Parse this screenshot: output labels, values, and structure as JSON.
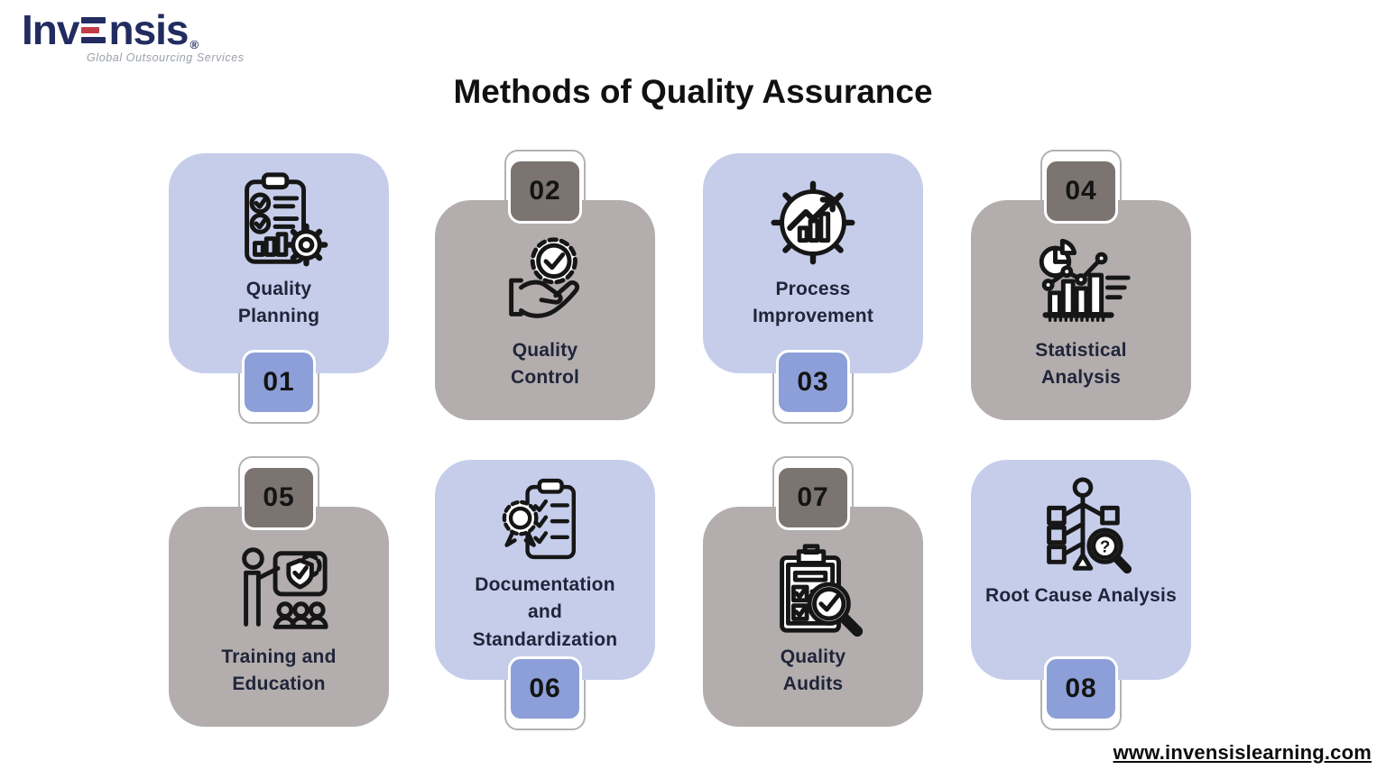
{
  "brand": {
    "wordmark_prefix": "Inv",
    "wordmark_suffix": "nsis",
    "registered": "®",
    "tagline": "Global Outsourcing Services"
  },
  "header": {
    "title": "Methods of Quality Assurance"
  },
  "footer": {
    "website": "www.invensislearning.com"
  },
  "colors": {
    "card_blue": "#c5cdea",
    "card_gray": "#b3adad",
    "badge_blue": "#8c9fd8",
    "badge_gray": "#7b7470",
    "label_text": "#20253a",
    "logo_navy": "#222c60",
    "logo_red": "#c23c45"
  },
  "cards": [
    {
      "number": "01",
      "label": "Quality Planning",
      "icon": "clipboard-checklist-gear-icon",
      "theme": "blue",
      "badge_position": "bottom"
    },
    {
      "number": "02",
      "label": "Quality Control",
      "icon": "hand-holding-medal-icon",
      "theme": "gray",
      "badge_position": "top"
    },
    {
      "number": "03",
      "label": "Process Improvement",
      "icon": "gear-growth-chart-icon",
      "theme": "blue",
      "badge_position": "bottom"
    },
    {
      "number": "04",
      "label": "Statistical Analysis",
      "icon": "pie-bar-line-charts-icon",
      "theme": "gray",
      "badge_position": "top"
    },
    {
      "number": "05",
      "label": "Training and Education",
      "icon": "trainer-presentation-audience-icon",
      "theme": "gray",
      "badge_position": "top"
    },
    {
      "number": "06",
      "label": "Documentation and Standardization",
      "icon": "certified-checklist-clipboard-icon",
      "theme": "blue",
      "badge_position": "bottom"
    },
    {
      "number": "07",
      "label": "Quality Audits",
      "icon": "audit-checklist-magnifier-icon",
      "theme": "gray",
      "badge_position": "top"
    },
    {
      "number": "08",
      "label": "Root Cause Analysis",
      "icon": "root-cause-tree-magnifier-icon",
      "theme": "blue",
      "badge_position": "bottom"
    }
  ]
}
